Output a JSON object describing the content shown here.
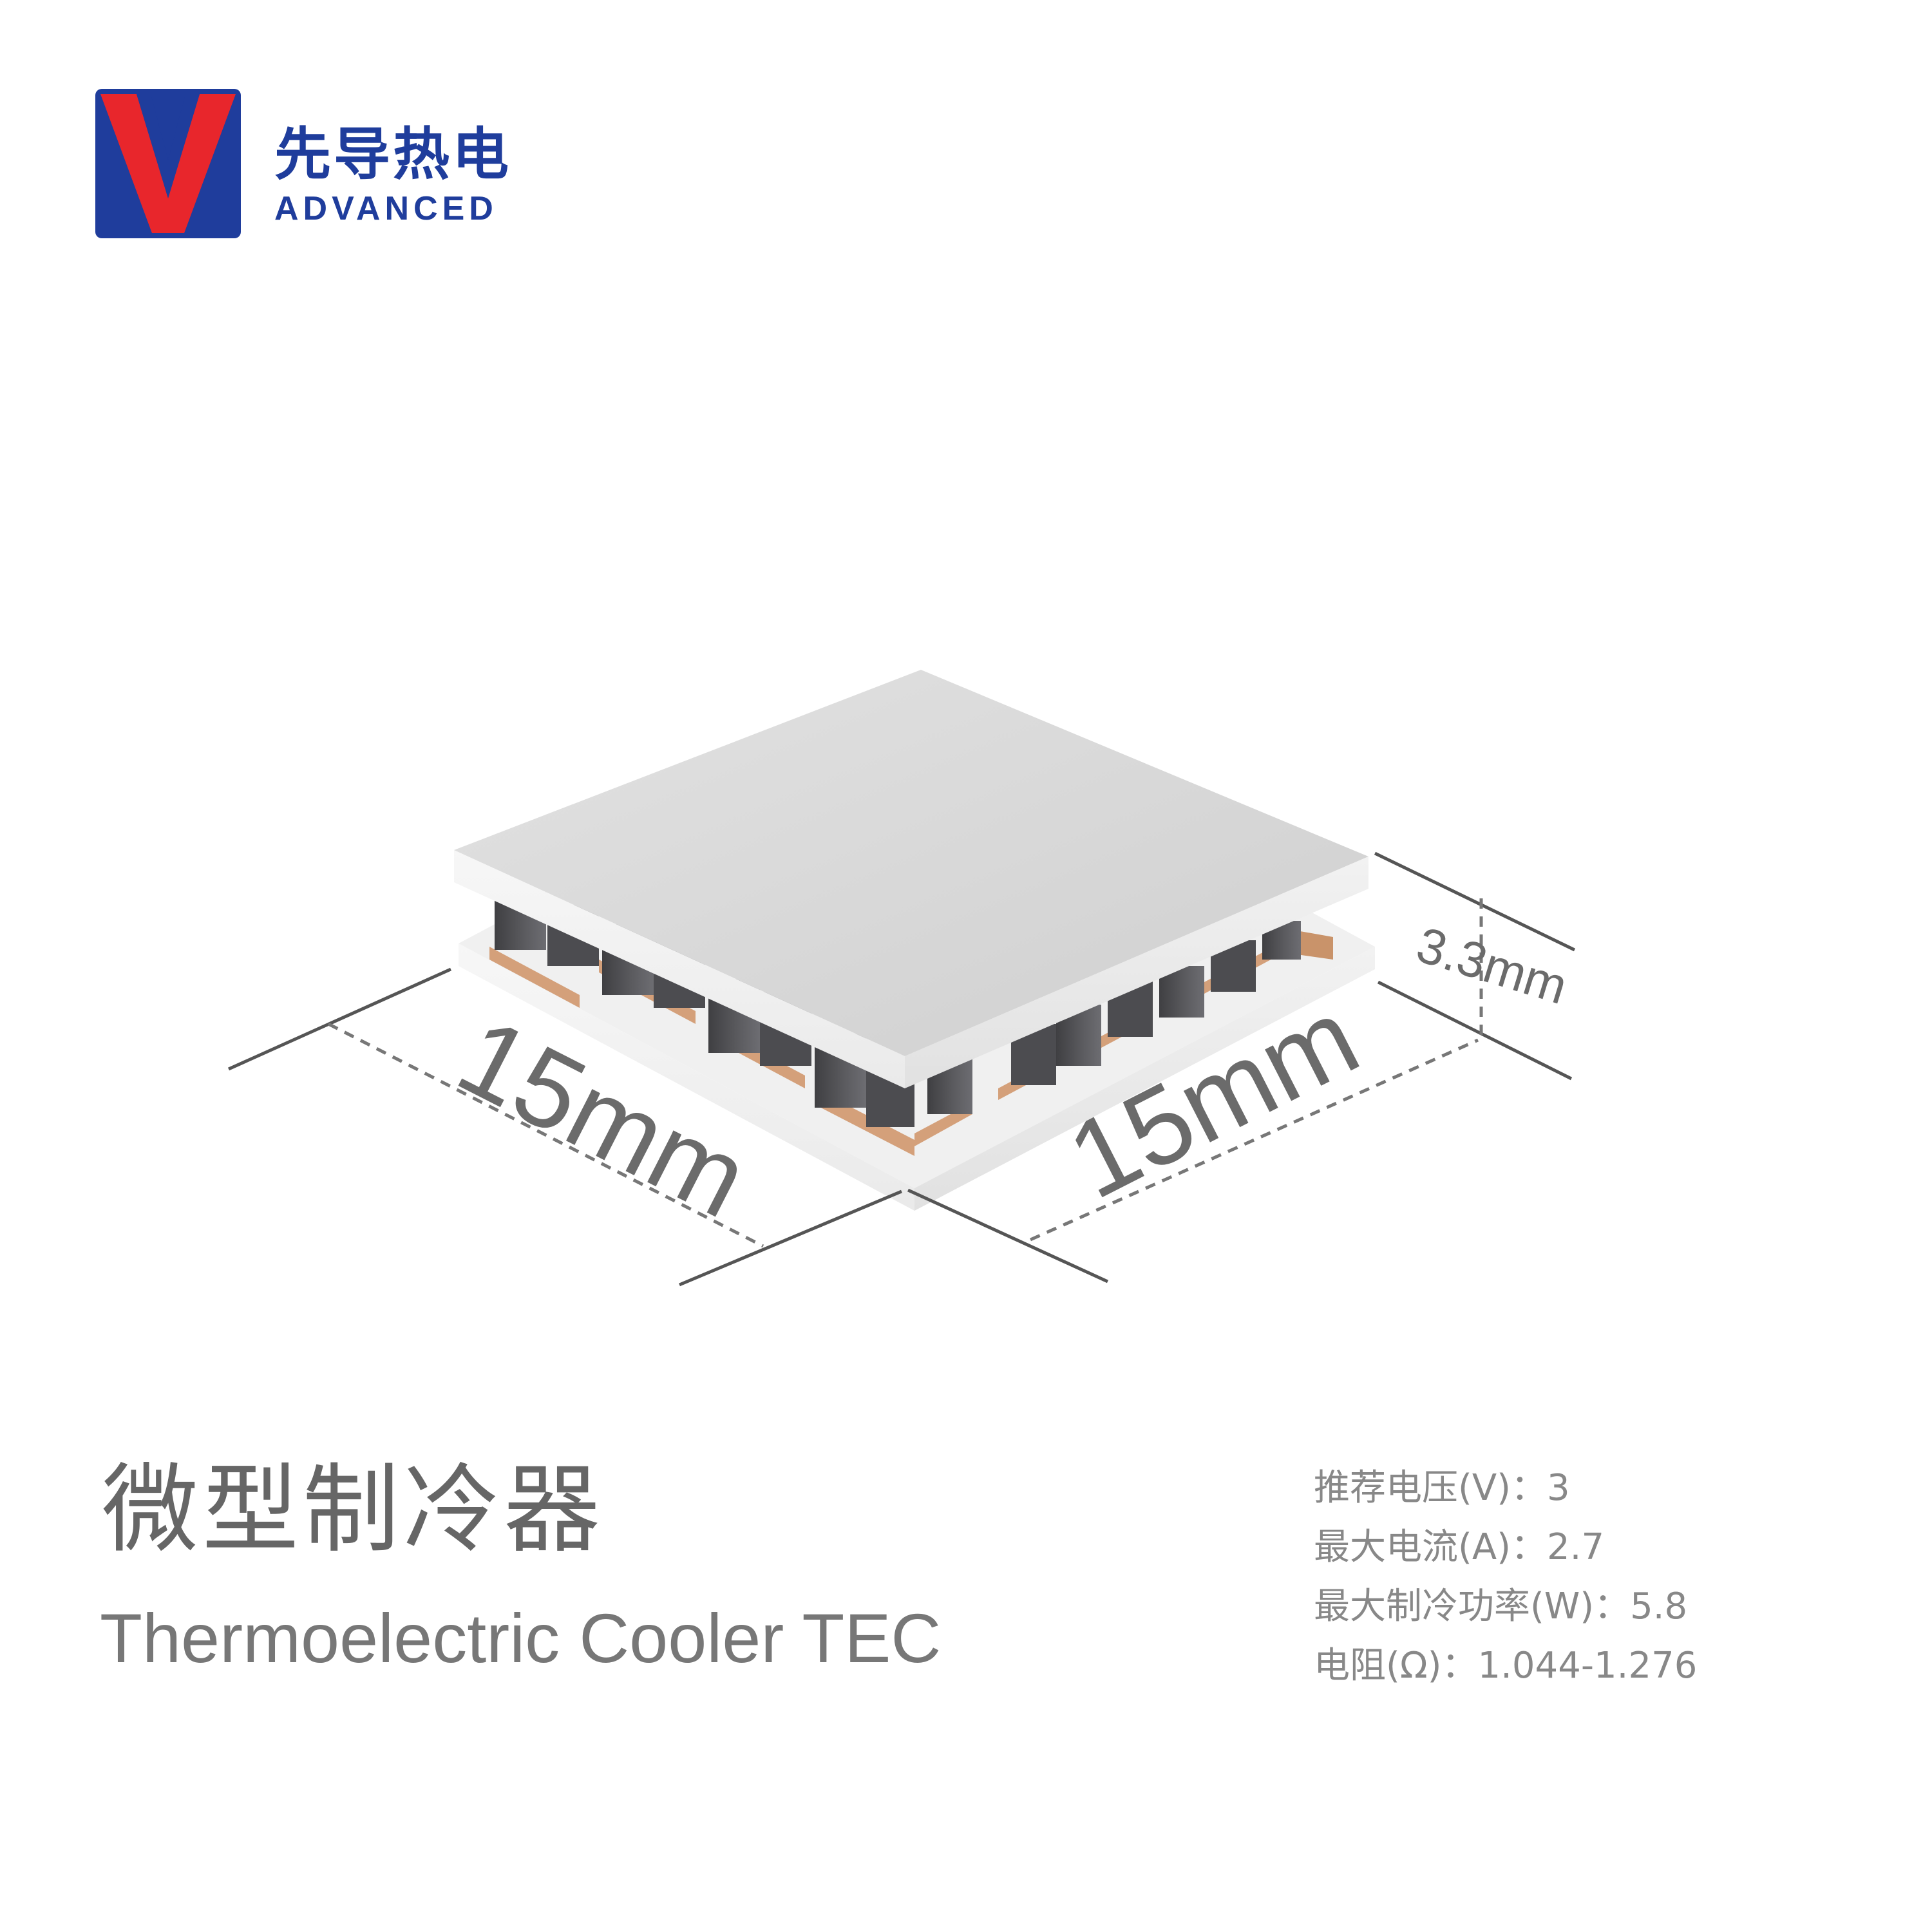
{
  "brand": {
    "name_cn": "先导热电",
    "name_en": "ADVANCED",
    "colors": {
      "blue": "#1f3d9c",
      "red": "#e8262c"
    }
  },
  "dimensions": {
    "length_label": "15mm",
    "width_label": "15mm",
    "height_label": "3.3mm"
  },
  "product": {
    "title_cn": "微型制冷器",
    "title_en": "Thermoelectric Cooler TEC"
  },
  "specs": [
    {
      "label": "推荐电压(V)：",
      "value": "3"
    },
    {
      "label": "最大电流(A)：",
      "value": "2.7"
    },
    {
      "label": "最大制冷功率(W)：",
      "value": "5.8"
    },
    {
      "label": "电阻(Ω)：",
      "value": "1.044-1.276"
    }
  ]
}
